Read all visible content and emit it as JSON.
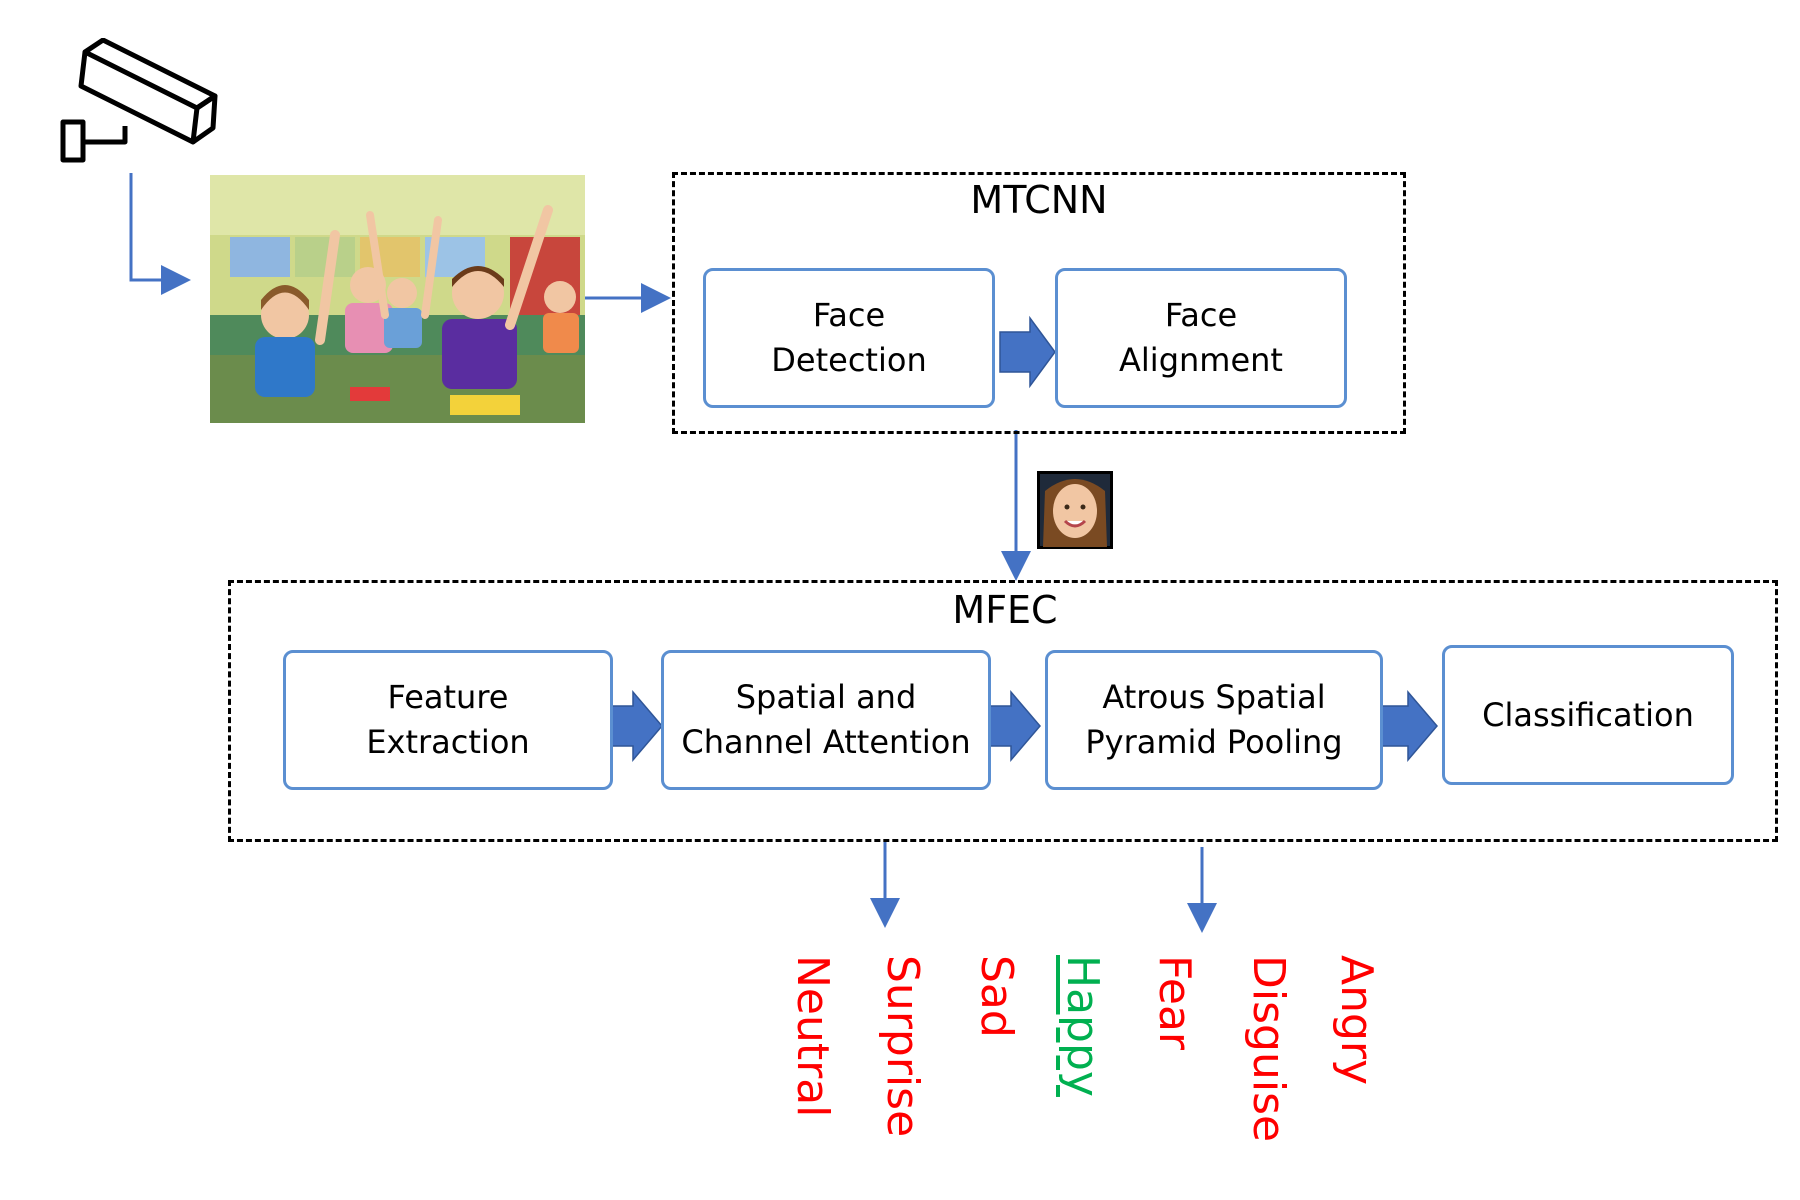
{
  "colors": {
    "accent": "#4472c4",
    "box_border": "#5b8fd1",
    "emotion_default": "#ff0000",
    "emotion_selected": "#00b050"
  },
  "icons": {
    "camera": "cctv-camera-icon",
    "input_image": "classroom-photo",
    "face_crop": "face-crop-photo"
  },
  "mtcnn": {
    "title": "MTCNN",
    "stages": [
      {
        "line1": "Face",
        "line2": "Detection"
      },
      {
        "line1": "Face",
        "line2": "Alignment"
      }
    ]
  },
  "mfec": {
    "title": "MFEC",
    "stages": [
      {
        "line1": "Feature",
        "line2": "Extraction"
      },
      {
        "line1": "Spatial and",
        "line2": "Channel Attention"
      },
      {
        "line1": "Atrous Spatial",
        "line2": "Pyramid Pooling"
      },
      {
        "line1": "Classification",
        "line2": ""
      }
    ]
  },
  "emotions": [
    {
      "label": "Neutral",
      "selected": false
    },
    {
      "label": "Surprise",
      "selected": false
    },
    {
      "label": "Sad",
      "selected": false
    },
    {
      "label": "Happy",
      "selected": true
    },
    {
      "label": "Fear",
      "selected": false
    },
    {
      "label": "Disguise",
      "selected": false
    },
    {
      "label": "Angry",
      "selected": false
    }
  ]
}
